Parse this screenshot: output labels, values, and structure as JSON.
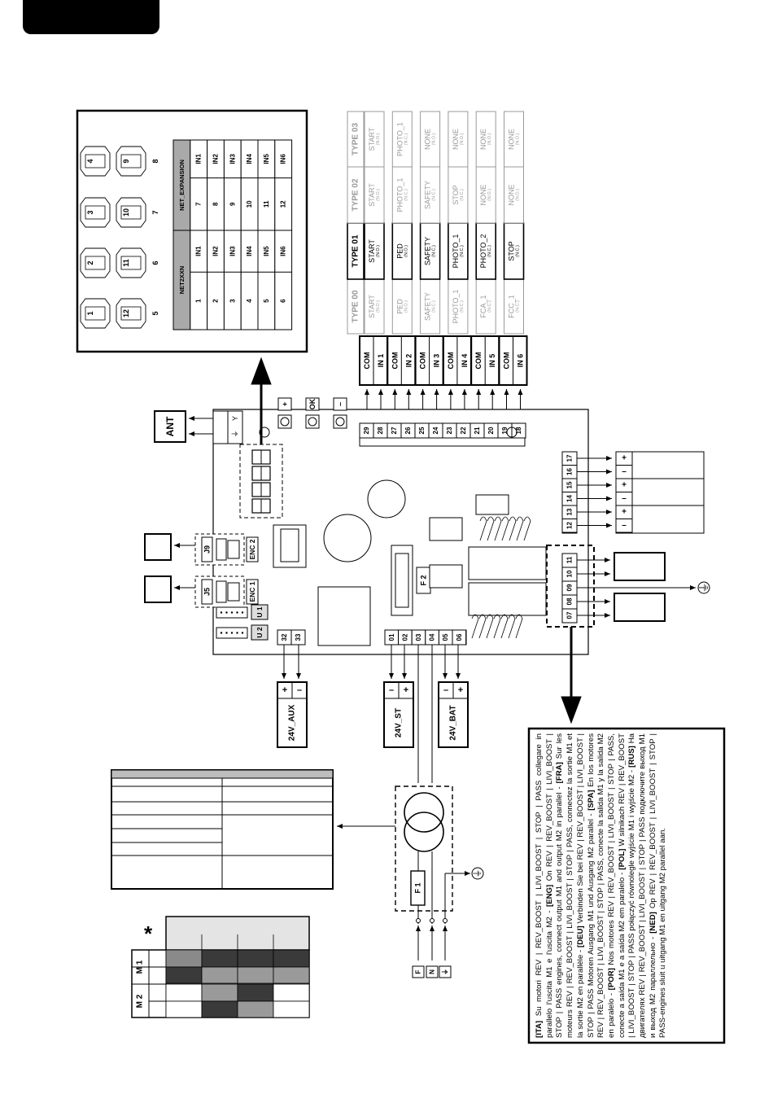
{
  "header": {
    "tab_text": ""
  },
  "display_panel": {
    "digits": [
      {
        "label": "1",
        "paired": "12",
        "side": "5"
      },
      {
        "label": "2",
        "paired": "11",
        "side": "6"
      },
      {
        "label": "3",
        "paired": "10",
        "side": "7"
      },
      {
        "label": "4",
        "paired": "9",
        "side": "8"
      }
    ],
    "net2xxn": {
      "header": "NET2XXN",
      "rows": [
        [
          "1",
          "IN1"
        ],
        [
          "2",
          "IN2"
        ],
        [
          "3",
          "IN3"
        ],
        [
          "4",
          "IN4"
        ],
        [
          "5",
          "IN5"
        ],
        [
          "6",
          "IN6"
        ]
      ]
    },
    "net_expansion": {
      "header": "NET_EXPANSION",
      "rows": [
        [
          "7",
          "IN1"
        ],
        [
          "8",
          "IN2"
        ],
        [
          "9",
          "IN3"
        ],
        [
          "10",
          "IN4"
        ],
        [
          "11",
          "IN5"
        ],
        [
          "12",
          "IN6"
        ]
      ]
    }
  },
  "input_types": {
    "types": [
      {
        "name": "TYPE 00",
        "active": false,
        "cells": [
          [
            "START",
            "(N.O.)"
          ],
          [
            "PED",
            "(N.O.)"
          ],
          [
            "SAFETY",
            "(N.C.)"
          ],
          [
            "PHOTO_1",
            "(N.C.)"
          ],
          [
            "FCA_1",
            "(N.C.)"
          ],
          [
            "FCC_1",
            "(N.C.)"
          ]
        ]
      },
      {
        "name": "TYPE 01",
        "active": true,
        "cells": [
          [
            "START",
            "(N.O.)"
          ],
          [
            "PED",
            "(N.O.)"
          ],
          [
            "SAFETY",
            "(N.C.)"
          ],
          [
            "PHOTO_1",
            "(N.C.)"
          ],
          [
            "PHOTO_2",
            "(N.C.)"
          ],
          [
            "STOP",
            "(N.C.)"
          ]
        ]
      },
      {
        "name": "TYPE 02",
        "active": false,
        "cells": [
          [
            "START",
            "(N.O.)"
          ],
          [
            "PHOTO_1",
            "(N.C.)"
          ],
          [
            "SAFETY",
            "(N.C.)"
          ],
          [
            "STOP",
            "(N.C.)"
          ],
          [
            "NONE",
            "(N.O.)"
          ],
          [
            "NONE",
            "(N.O.)"
          ]
        ]
      },
      {
        "name": "TYPE 03",
        "active": false,
        "cells": [
          [
            "START",
            "(N.O.)"
          ],
          [
            "PHOTO_1",
            "(N.C.)"
          ],
          [
            "NONE",
            "(N.O.)"
          ],
          [
            "NONE",
            "(N.O.)"
          ],
          [
            "NONE",
            "(N.O.)"
          ],
          [
            "NONE",
            "(N.O.)"
          ]
        ]
      }
    ],
    "com_labels": [
      [
        "COM",
        "IN 1"
      ],
      [
        "COM",
        "IN 2"
      ],
      [
        "COM",
        "IN 3"
      ],
      [
        "COM",
        "IN 4"
      ],
      [
        "COM",
        "IN 5"
      ],
      [
        "COM",
        "IN 6"
      ]
    ]
  },
  "board": {
    "terminals_top": [
      "29",
      "28",
      "27",
      "26",
      "25",
      "24",
      "23",
      "22",
      "21",
      "20",
      "19",
      "18"
    ],
    "terminals_right": [
      "17",
      "16",
      "15",
      "14",
      "13",
      "12"
    ],
    "terminals_relay": [
      "11",
      "10",
      "09",
      "08",
      "07"
    ],
    "terminals_bottom": [
      "01",
      "02",
      "03",
      "04",
      "05",
      "06"
    ],
    "terminals_aux": [
      "32",
      "33"
    ],
    "buttons": [
      "+",
      "OK",
      "–"
    ],
    "ant_label": "ANT",
    "j_labels": [
      "J9",
      "J5"
    ],
    "enc_labels": [
      "ENC 2",
      "ENC 1"
    ],
    "u_labels": [
      "U 1",
      "U 2"
    ],
    "fuse2": "F 2",
    "fuse1": "F 1",
    "power_out": [
      {
        "label": "24V_AUX",
        "plus": "+",
        "minus": "–"
      },
      {
        "label": "24V_ST",
        "plus": "+",
        "minus": "–"
      },
      {
        "label": "24V_BAT",
        "plus": "+",
        "minus": "–"
      }
    ],
    "right_pm": [
      "+",
      "–",
      "+",
      "–",
      "+",
      "–"
    ],
    "mains": [
      "F",
      "N",
      "⏚"
    ]
  },
  "motor_table": {
    "star": "*",
    "m1": "M 1",
    "m2": "M 2"
  },
  "instructions": [
    {
      "t": "[ITA]",
      "b": true
    },
    {
      "t": " Su motori REV | REV_BOOST | LIVI_BOOST | STOP | PASS collegare in parallelo l'uscita M1 e l'uscita M2 - "
    },
    {
      "t": "[ENG]",
      "b": true
    },
    {
      "t": " On REV | REV_BOOST | LIVI_BOOST | STOP | PASS engines, connect output M1 and output M2 in parallel - "
    },
    {
      "t": "[FRA]",
      "b": true
    },
    {
      "t": " Sur les moteurs REV | REV_BOOST | LIVI_BOOST | STOP | PASS, connectez la sortie M1 et la sortie M2 en parallèle - "
    },
    {
      "t": "[DEU]",
      "b": true
    },
    {
      "t": " Verbinden Sie bei REV | REV_BOOST | LIVI_BOOST | STOP | PASS Motoren Ausgang M1 und Ausgang M2 parallel - "
    },
    {
      "t": "[SPA]",
      "b": true
    },
    {
      "t": " En los motores REV | REV_BOOST | LIVI_BOOST | STOP | PASS, conecte la salida M1 y la salida M2 en paralelo - "
    },
    {
      "t": "[POR]",
      "b": true
    },
    {
      "t": " Nos motores REV | REV_BOOST | LIVI_BOOST | STOP | PASS, conecte a saída M1 e a saída M2 em paralelo - "
    },
    {
      "t": "[POL]",
      "b": true
    },
    {
      "t": " W silnikach REV | REV_BOOST | LIVI_BOOST | STOP | PASS połączyć równolegle wyjście M1 i wyjście M2 - "
    },
    {
      "t": "[RUS]",
      "b": true
    },
    {
      "t": " На двигателях REV | REV_BOOST | LIVI_BOOST | STOP | PASS подключите выход M1 и выход M2 параллельно - "
    },
    {
      "t": "[NED]",
      "b": true
    },
    {
      "t": " Op REV | REV_BOOST | LIVI_BOOST | STOP | PASS-engines sluit u uitgang M1 en uitgang M2 parallel aan."
    }
  ]
}
